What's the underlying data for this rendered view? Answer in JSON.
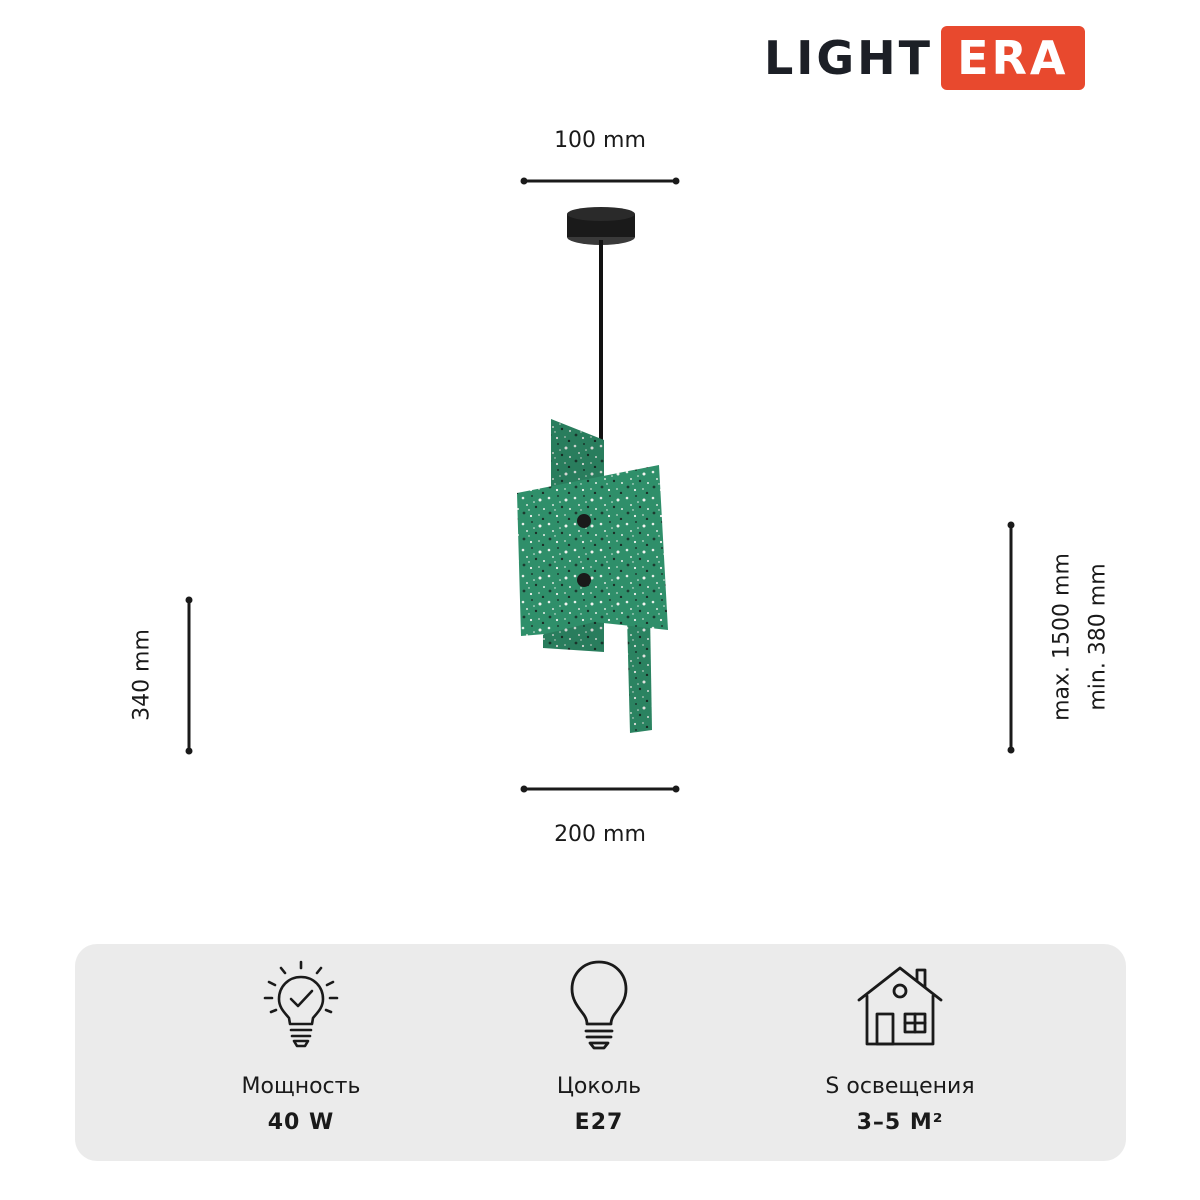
{
  "brand": {
    "part1": "LIGHT",
    "part2": "ERA",
    "accent_color": "#e8492e",
    "dark_color": "#1c1f26"
  },
  "dimensions": {
    "top_width": "100 mm",
    "bottom_width": "200 mm",
    "height": "340 mm",
    "cord_max": "max. 1500 mm",
    "cord_min": "min. 380 mm"
  },
  "product": {
    "shade_color": "#2f8f6a",
    "hardware_color": "#1a1a1a"
  },
  "specs": [
    {
      "icon": "power-bulb-check-icon",
      "label": "Мощность",
      "value": "40 W"
    },
    {
      "icon": "light-bulb-icon",
      "label": "Цоколь",
      "value": "E27"
    },
    {
      "icon": "house-icon",
      "label": "S освещения",
      "value": "3–5 М²"
    }
  ]
}
